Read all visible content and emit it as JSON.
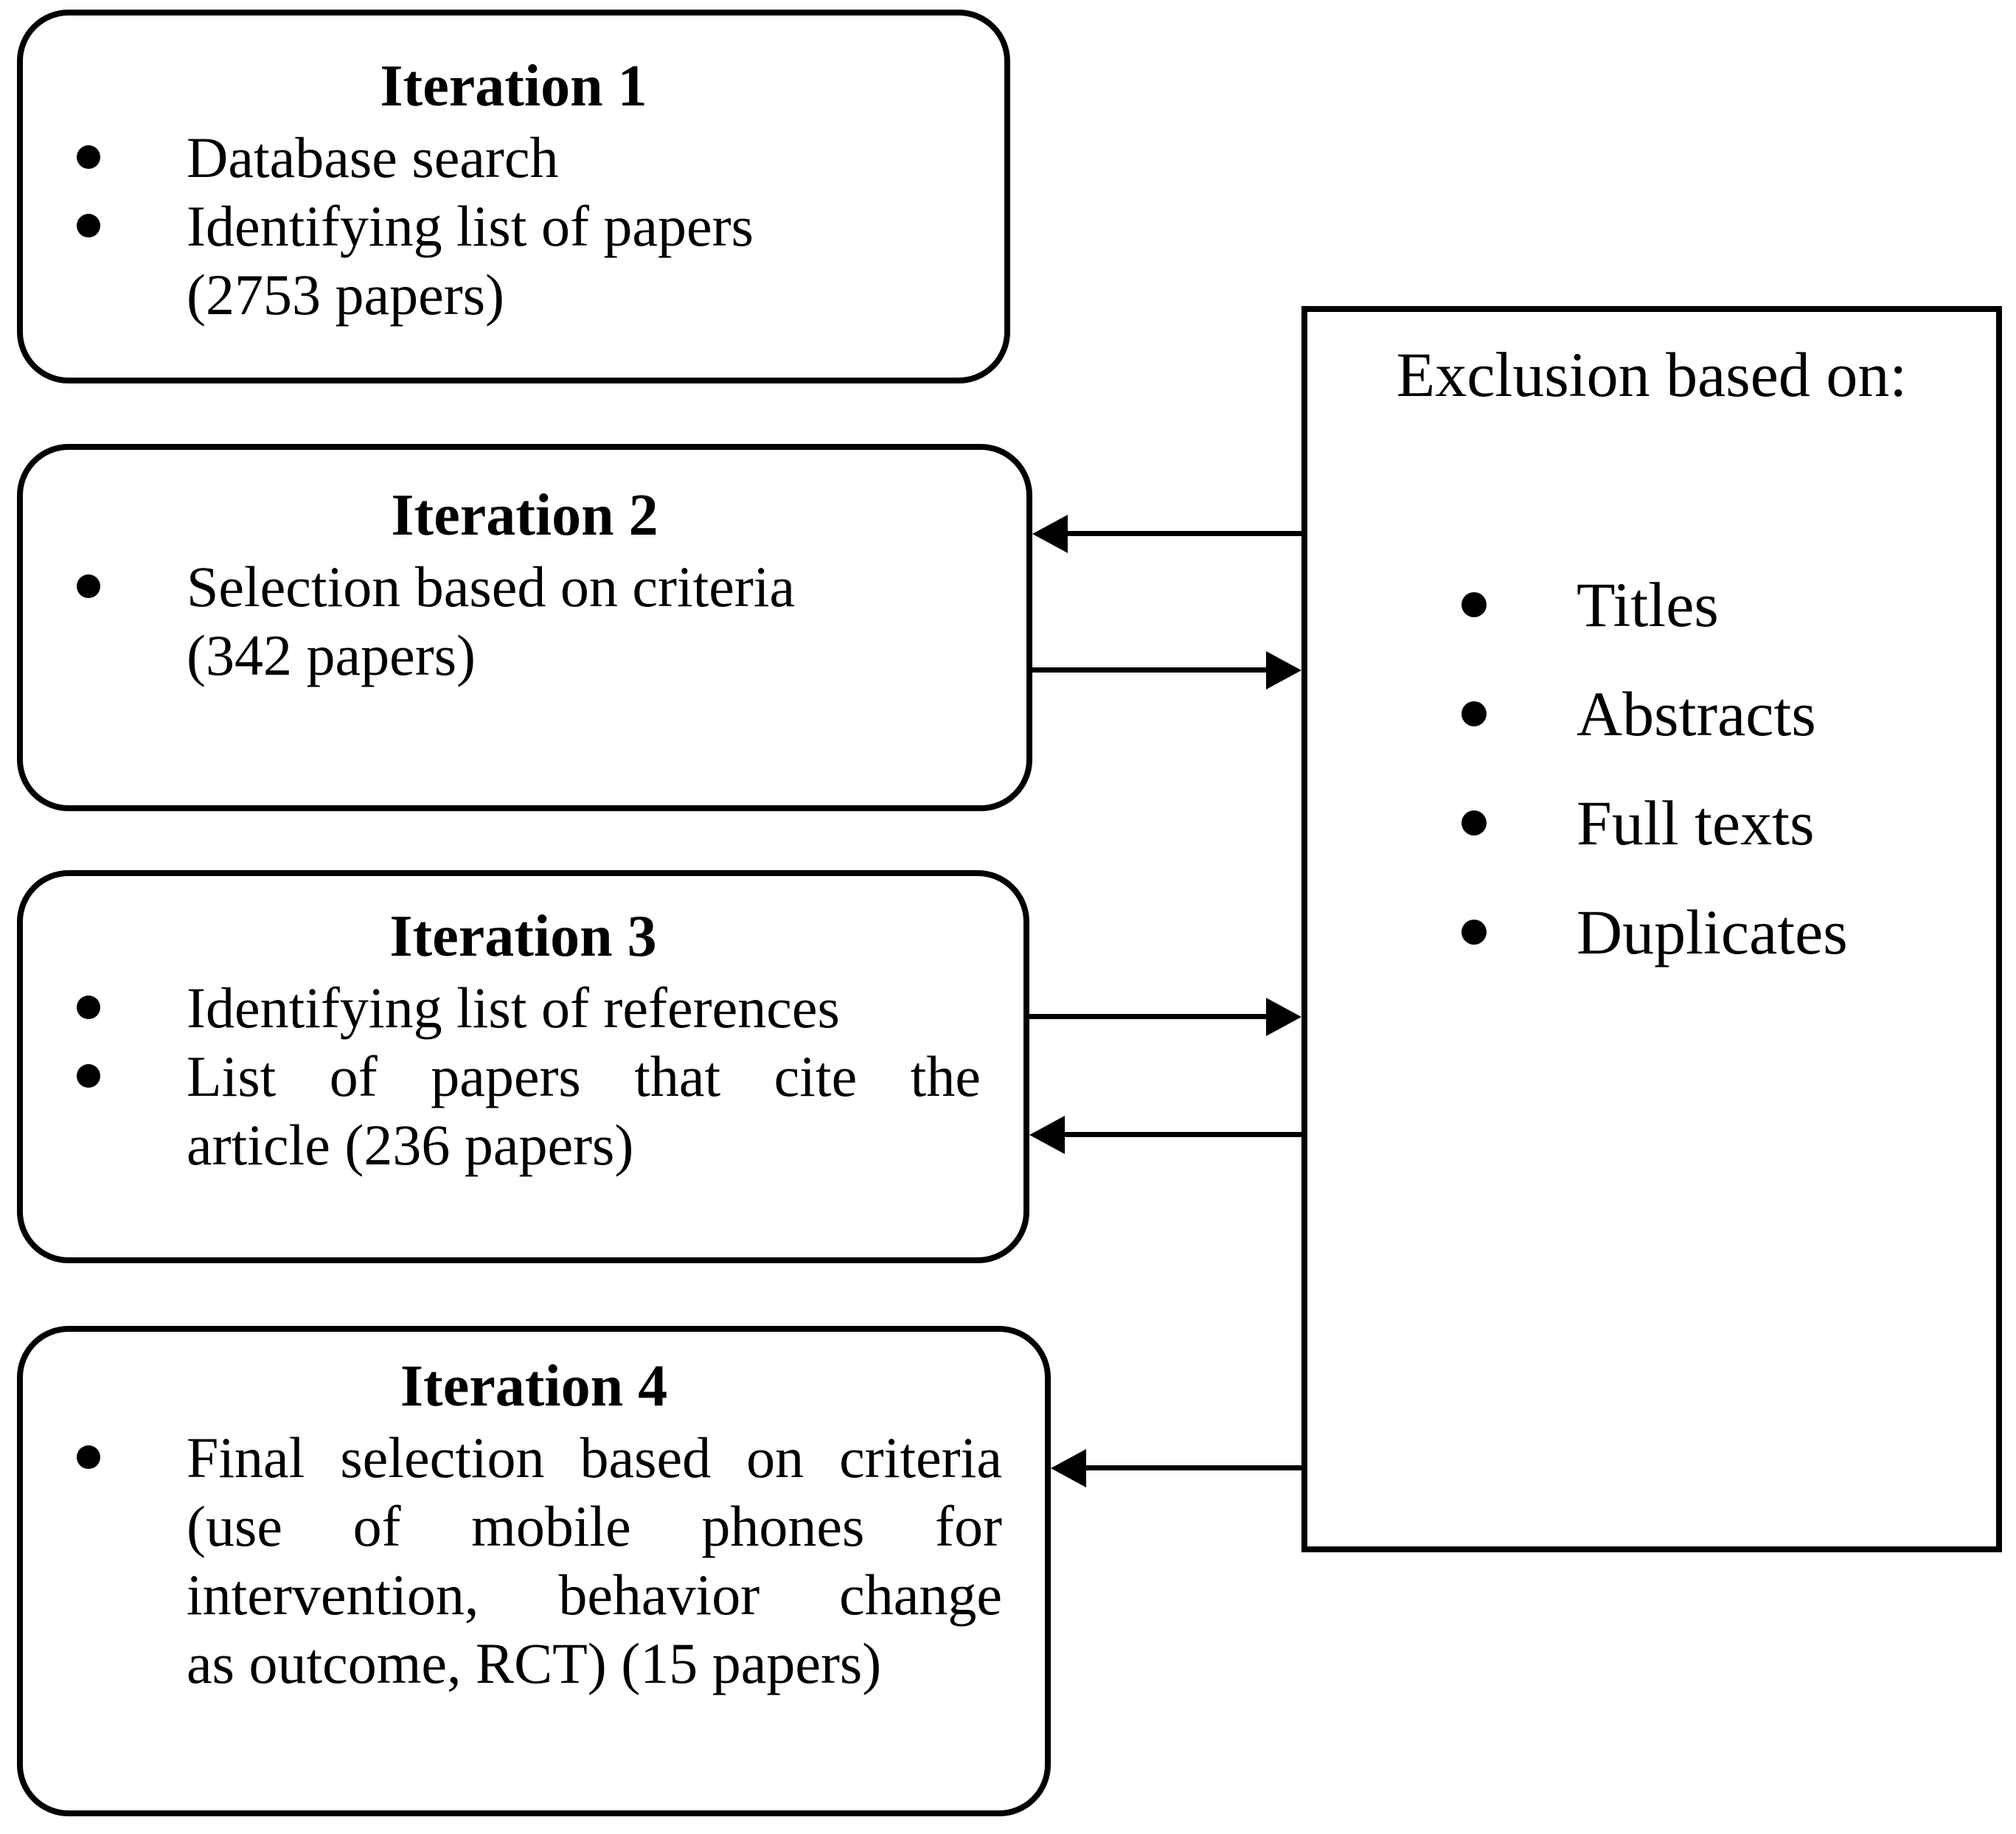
{
  "figure": {
    "type": "flow-diagram",
    "colors": {
      "line": "#000000",
      "background": "#ffffff",
      "text": "#000000"
    },
    "boxes": [
      {
        "id": "iteration-1",
        "title": "Iteration 1",
        "bullets": [
          {
            "lines": [
              "Database search"
            ]
          },
          {
            "lines": [
              "Identifying list of papers",
              "(2753 papers)"
            ]
          }
        ]
      },
      {
        "id": "iteration-2",
        "title": "Iteration 2",
        "bullets": [
          {
            "lines": [
              "Selection based on criteria",
              "(342 papers)"
            ]
          }
        ]
      },
      {
        "id": "iteration-3",
        "title": "Iteration 3",
        "bullets": [
          {
            "lines": [
              "Identifying list of references"
            ]
          },
          {
            "lines": [
              "List of papers that cite the",
              "article (236 papers)"
            ],
            "justify": true
          }
        ]
      },
      {
        "id": "iteration-4",
        "title": "Iteration 4",
        "bullets": [
          {
            "lines": [
              "Final selection based on criteria",
              "(use of mobile phones for",
              "intervention, behavior change",
              "as outcome, RCT) (15 papers)"
            ],
            "justify": true
          }
        ]
      }
    ],
    "exclusion_box": {
      "title": "Exclusion based on:",
      "bullets": [
        "Titles",
        "Abstracts",
        "Full texts",
        "Duplicates"
      ]
    },
    "arrows": [
      {
        "from": "exclusion-box",
        "to": "iteration-2",
        "direction": "left"
      },
      {
        "from": "iteration-2",
        "to": "exclusion-box",
        "direction": "right"
      },
      {
        "from": "iteration-3",
        "to": "exclusion-box",
        "direction": "right"
      },
      {
        "from": "exclusion-box",
        "to": "iteration-3",
        "direction": "left"
      },
      {
        "from": "exclusion-box",
        "to": "iteration-4",
        "direction": "left"
      }
    ]
  }
}
